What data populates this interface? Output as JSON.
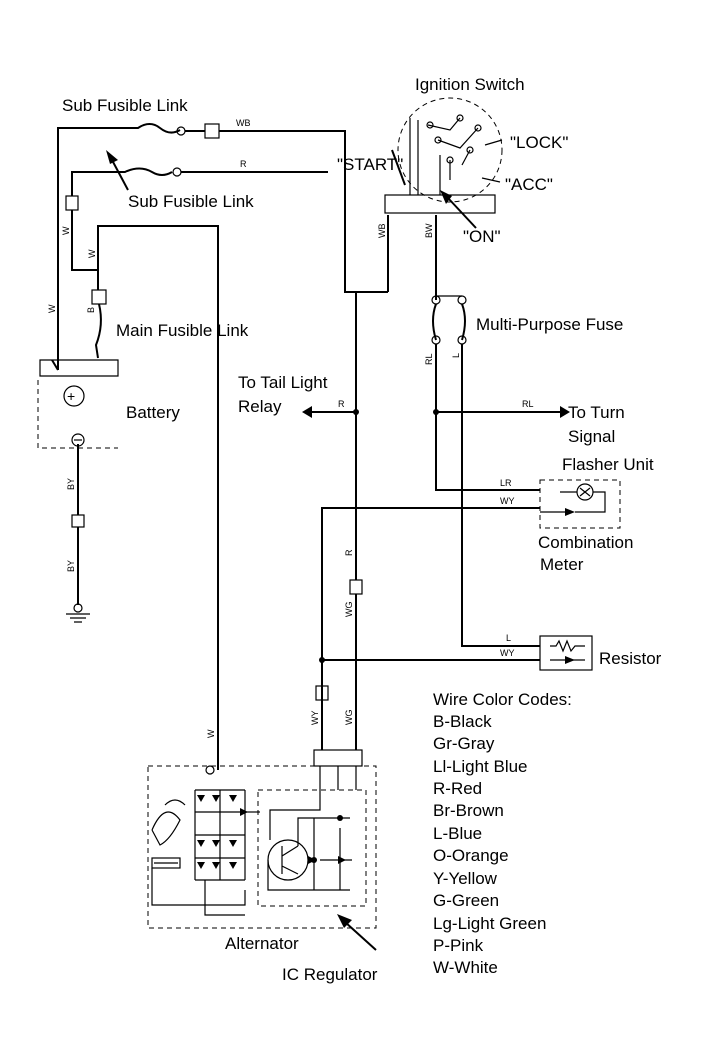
{
  "labels": {
    "ignition_switch": "Ignition Switch",
    "lock": "\"LOCK\"",
    "start": "\"START\"",
    "acc": "\"ACC\"",
    "on": "\"ON\"",
    "sub_fusible_link_1": "Sub Fusible Link",
    "sub_fusible_link_2": "Sub Fusible Link",
    "main_fusible_link": "Main Fusible Link",
    "battery": "Battery",
    "multi_purpose_fuse": "Multi-Purpose Fuse",
    "to_tail_light_1": "To Tail Light",
    "to_tail_light_2": "Relay",
    "to_turn_1": "To Turn",
    "to_turn_2": "Signal",
    "to_turn_3": "Flasher Unit",
    "combination_1": "Combination",
    "combination_2": "Meter",
    "resistor": "Resistor",
    "alternator": "Alternator",
    "ic_regulator": "IC Regulator"
  },
  "wires": {
    "wb_top": "WB",
    "r_top": "R",
    "w_a": "W",
    "w_b": "W",
    "w_c": "W",
    "b": "B",
    "wb_switch": "WB",
    "bw_switch": "BW",
    "rl_fuse": "RL",
    "l_fuse": "L",
    "r_relay": "R",
    "rl_turn": "RL",
    "lr_meter": "LR",
    "wy_meter": "WY",
    "r_mid": "R",
    "wg_mid": "WG",
    "l_res": "L",
    "wy_res": "WY",
    "wy_alt": "WY",
    "wg_alt": "WG",
    "w_alt": "W",
    "by_1": "BY",
    "by_2": "BY"
  },
  "legend": {
    "title": "Wire Color Codes:",
    "items": [
      "B-Black",
      "Gr-Gray",
      "Ll-Light Blue",
      "R-Red",
      "Br-Brown",
      "L-Blue",
      "O-Orange",
      "Y-Yellow",
      "G-Green",
      "Lg-Light Green",
      "P-Pink",
      "W-White"
    ]
  }
}
